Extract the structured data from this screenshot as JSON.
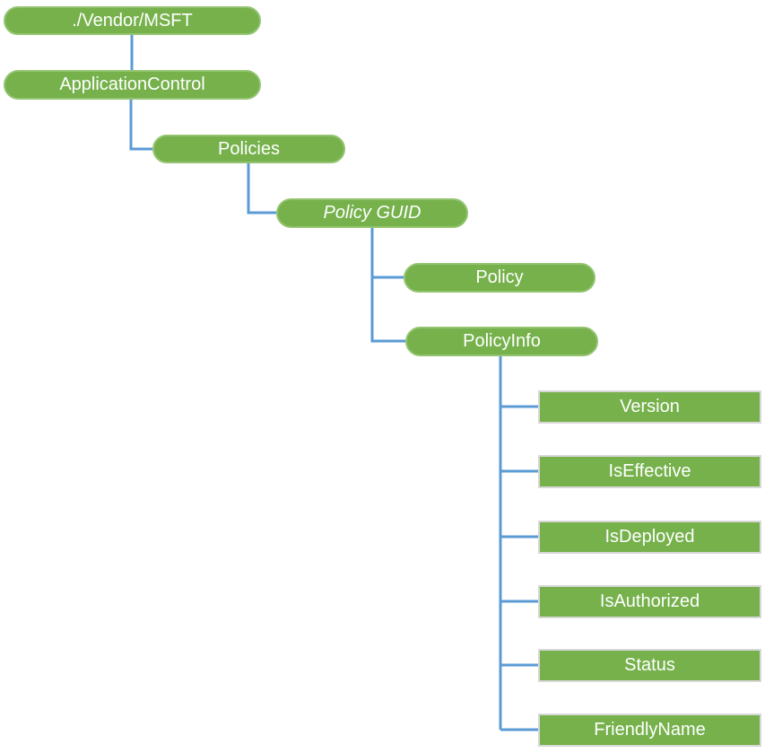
{
  "diagram": {
    "type": "tree",
    "description_colors": {
      "node_fill": "#76B14C",
      "node_text": "#FFFFFF",
      "connector": "#5B9BD5",
      "pill_border": "#94C471",
      "rect_border": "#D8D8D8"
    },
    "nodes": [
      {
        "id": "vendor-msft",
        "label": "./Vendor/MSFT",
        "shape": "pill",
        "italic": false,
        "parent": null
      },
      {
        "id": "application-control",
        "label": "ApplicationControl",
        "shape": "pill",
        "italic": false,
        "parent": "./Vendor/MSFT"
      },
      {
        "id": "policies",
        "label": "Policies",
        "shape": "pill",
        "italic": false,
        "parent": "ApplicationControl"
      },
      {
        "id": "policy-guid",
        "label": "Policy GUID",
        "shape": "pill",
        "italic": true,
        "parent": "Policies"
      },
      {
        "id": "policy",
        "label": "Policy",
        "shape": "pill",
        "italic": false,
        "parent": "Policy GUID"
      },
      {
        "id": "policy-info",
        "label": "PolicyInfo",
        "shape": "pill",
        "italic": false,
        "parent": "Policy GUID"
      },
      {
        "id": "version",
        "label": "Version",
        "shape": "rect",
        "italic": false,
        "parent": "PolicyInfo"
      },
      {
        "id": "is-effective",
        "label": "IsEffective",
        "shape": "rect",
        "italic": false,
        "parent": "PolicyInfo"
      },
      {
        "id": "is-deployed",
        "label": "IsDeployed",
        "shape": "rect",
        "italic": false,
        "parent": "PolicyInfo"
      },
      {
        "id": "is-authorized",
        "label": "IsAuthorized",
        "shape": "rect",
        "italic": false,
        "parent": "PolicyInfo"
      },
      {
        "id": "status",
        "label": "Status",
        "shape": "rect",
        "italic": false,
        "parent": "PolicyInfo"
      },
      {
        "id": "friendly-name",
        "label": "FriendlyName",
        "shape": "rect",
        "italic": false,
        "parent": "PolicyInfo"
      }
    ],
    "hierarchy": {
      "./Vendor/MSFT": {
        "ApplicationControl": {
          "Policies": {
            "Policy GUID": {
              "Policy": {},
              "PolicyInfo": {
                "Version": {},
                "IsEffective": {},
                "IsDeployed": {},
                "IsAuthorized": {},
                "Status": {},
                "FriendlyName": {}
              }
            }
          }
        }
      }
    }
  }
}
